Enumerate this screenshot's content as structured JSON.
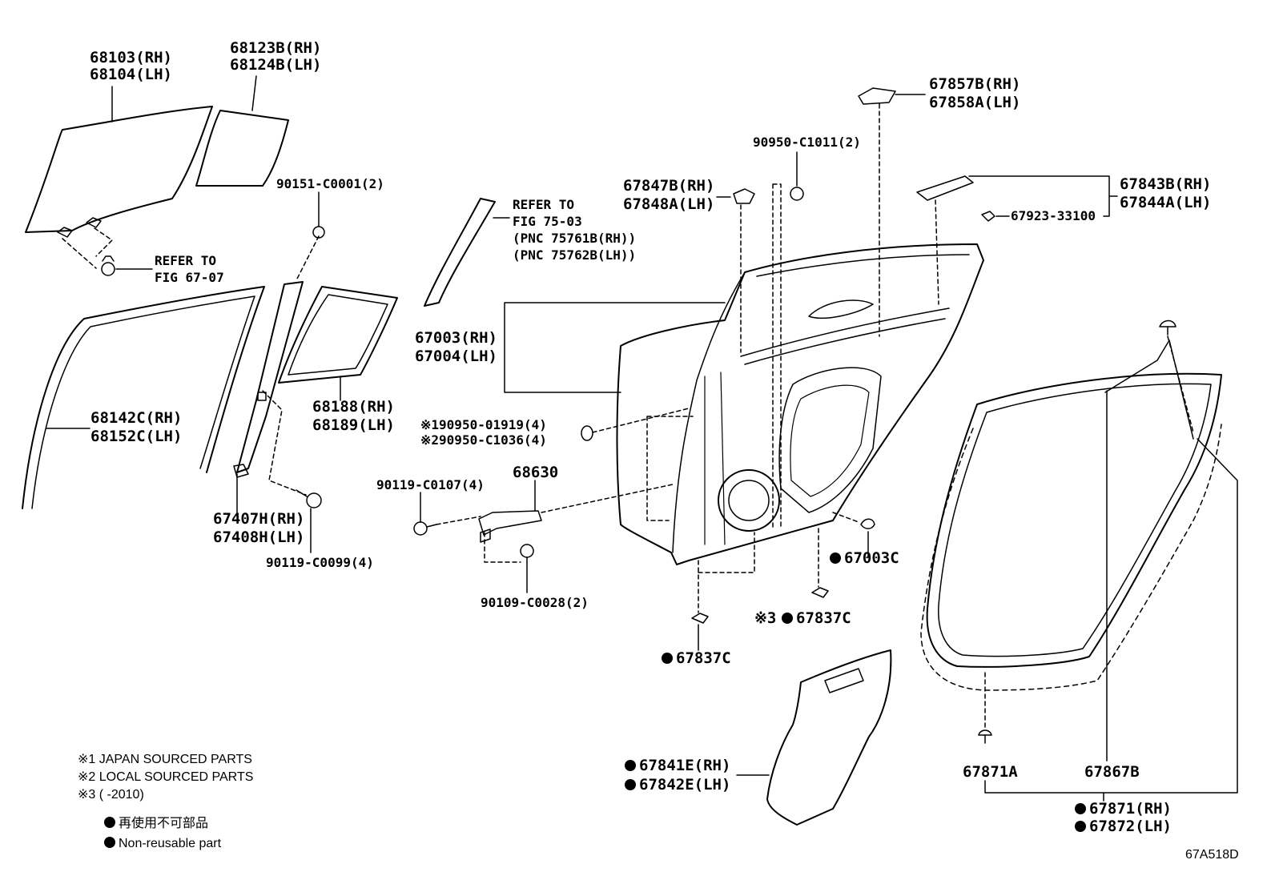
{
  "callouts": {
    "p68103": "68103(RH)",
    "p68104": "68104(LH)",
    "p68123": "68123B(RH)",
    "p68124": "68124B(LH)",
    "p90151": "90151-C0001(2)",
    "refer67_1": "REFER TO",
    "refer67_2": "FIG 67-07",
    "refer75_1": "REFER TO",
    "refer75_2": "FIG 75-03",
    "refer75_3": "(PNC 75761B(RH))",
    "refer75_4": "(PNC 75762B(LH))",
    "p67857": "67857B(RH)",
    "p67858": "67858A(LH)",
    "p90950_c1011": "90950-C1011(2)",
    "p67847": "67847B(RH)",
    "p67848": "67848A(LH)",
    "p67843": "67843B(RH)",
    "p67844": "67844A(LH)",
    "p67923": "67923-33100",
    "p67003": "67003(RH)",
    "p67004": "67004(LH)",
    "p68142": "68142C(RH)",
    "p68152": "68152C(LH)",
    "p68188": "68188(RH)",
    "p68189": "68189(LH)",
    "p90950_01919": "※190950-01919(4)",
    "p90950_c1036": "※290950-C1036(4)",
    "p90119_c0107": "90119-C0107(4)",
    "p68630": "68630",
    "p67407": "67407H(RH)",
    "p67408": "67408H(LH)",
    "p90119_c0099": "90119-C0099(4)",
    "p90109": "90109-C0028(2)",
    "p67003c": "67003C",
    "p67837c_a": "67837C",
    "p67837c_b_prefix": "※3",
    "p67837c_b": "67837C",
    "p67841": "67841E(RH)",
    "p67842": "67842E(LH)",
    "p67871a": "67871A",
    "p67867b": "67867B",
    "p67871": "67871(RH)",
    "p67872": "67872(LH)"
  },
  "notes": {
    "n1": "※1 JAPAN SOURCED PARTS",
    "n2": "※2 LOCAL SOURCED PARTS",
    "n3": "※3 (      -2010)",
    "n4": "再使用不可部品",
    "n5": "Non-reusable part"
  },
  "figure_code": "67A518D"
}
